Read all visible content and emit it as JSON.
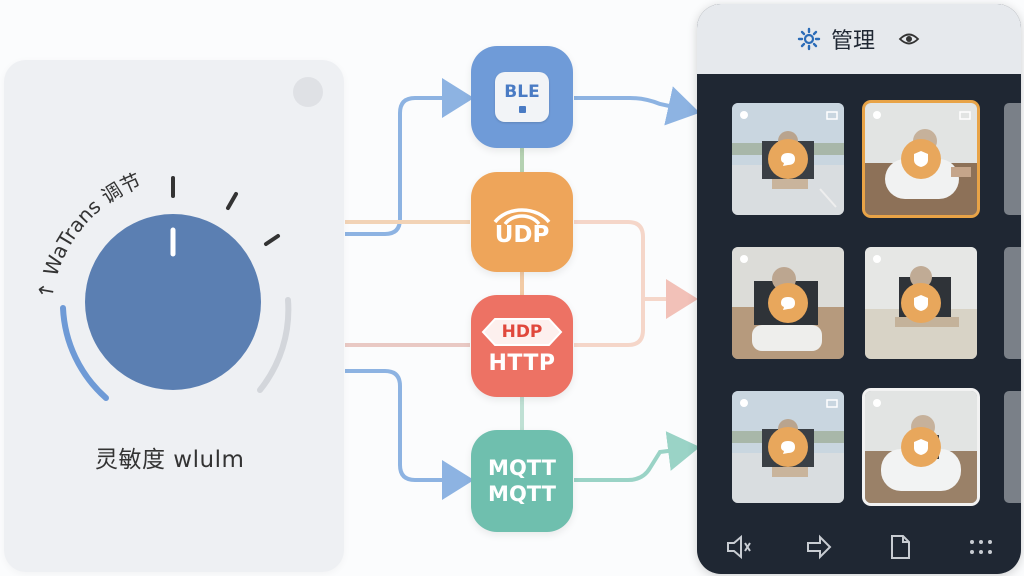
{
  "control_panel": {
    "arc_label": "↑ WaTrans 调节",
    "caption": "灵敏度 wlulm"
  },
  "protocols": {
    "ble": "BLE",
    "udp": "UDP",
    "hdp": "HDP",
    "http": "HTTP",
    "mqtt_line1": "MQTT",
    "mqtt_line2": "MQTT"
  },
  "phone": {
    "title": "管理",
    "header_left_icon": "gear-icon",
    "header_right_icon": "eye-icon",
    "toolbar_icons": [
      "speaker-icon",
      "forward-arrow-icon",
      "document-icon",
      "grid-dots-icon"
    ]
  },
  "colors": {
    "ble": "#6f9bd8",
    "udp": "#eea55a",
    "http": "#ed7264",
    "mqtt": "#6fbfae",
    "knob": "#5b7fb2",
    "phone_bg": "#1f2733",
    "accent_orange": "#e8a75c"
  }
}
